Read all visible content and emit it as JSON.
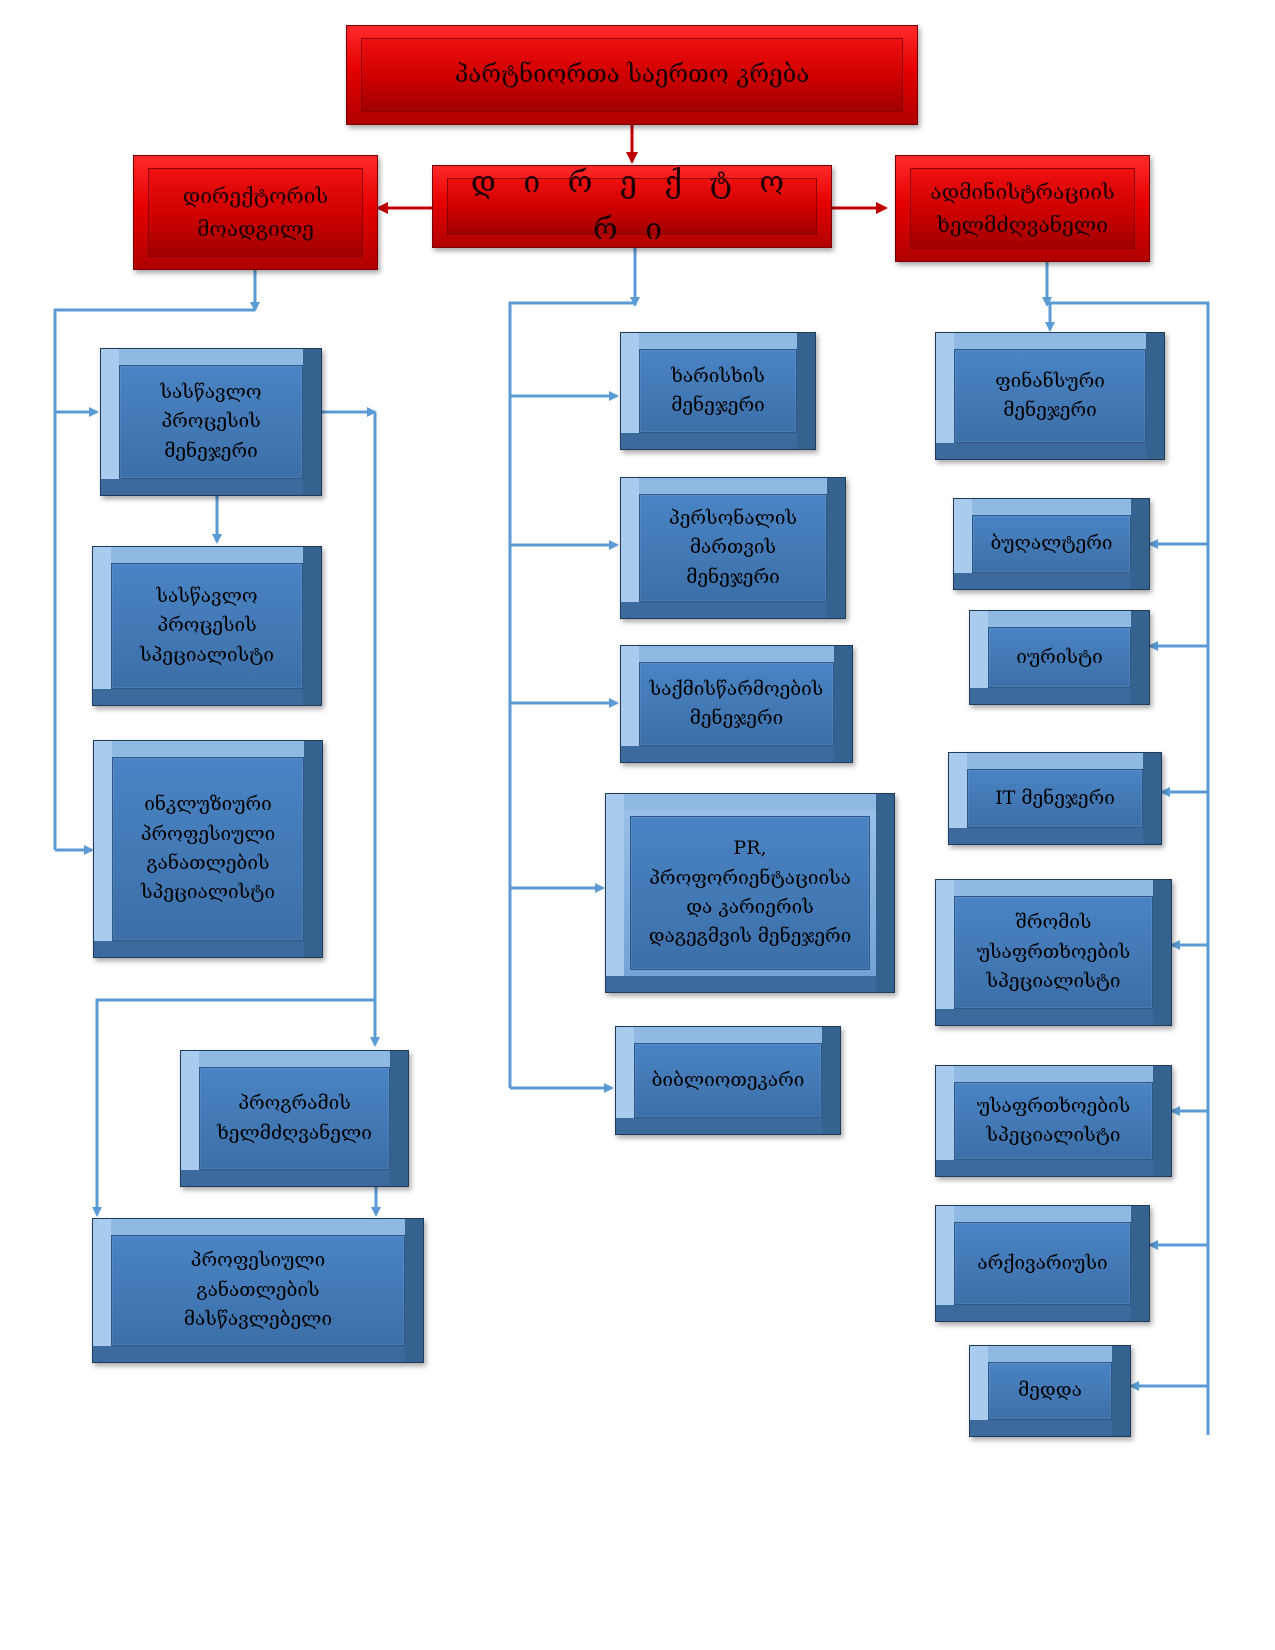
{
  "top": {
    "label": "პარტნიორთა საერთო კრება"
  },
  "director": {
    "label": "დ ი რ ე ქ ტ ო რ ი"
  },
  "deputy": {
    "label": "დირექტორის\nმოადგილე"
  },
  "admin_head": {
    "label": "ადმინისტრაციის\nხელმძღვანელი"
  },
  "left": {
    "study_manager": "სასწავლო\nპროცესის\nმენეჯერი",
    "study_specialist": "სასწავლო\nპროცესის\nსპეციალისტი",
    "inclusive_specialist": "ინკლუზიური\nპროფესიული\nგანათლების\nსპეციალისტი",
    "program_head": "პროგრამის\nხელმძღვანელი",
    "teacher": "პროფესიული\nგანათლების\nმასწავლებელი"
  },
  "middle": {
    "quality_manager": "ხარისხის\nმენეჯერი",
    "hr_manager": "პერსონალის\nმართვის\nმენეჯერი",
    "records_manager": "საქმისწარმოების\nმენეჯერი",
    "pr_manager": "PR,\nპროფორიენტაციისა\nდა კარიერის\nდაგეგმვის მენეჯერი",
    "librarian": "ბიბლიოთეკარი"
  },
  "right": {
    "finance_manager": "ფინანსური\nმენეჯერი",
    "accountant": "ბუღალტერი",
    "lawyer": "იურისტი",
    "it_manager": "IT მენეჯერი",
    "labor_safety": "შრომის\nუსაფრთხოების\nსპეციალისტი",
    "safety_specialist": "უსაფრთხოების\nსპეციალისტი",
    "archivist": "არქივარიუსი",
    "nurse": "მედდა"
  },
  "colors": {
    "red": "#e00000",
    "blue": "#4a84c4",
    "line_blue": "#5b9bd5",
    "line_red": "#c00000"
  }
}
